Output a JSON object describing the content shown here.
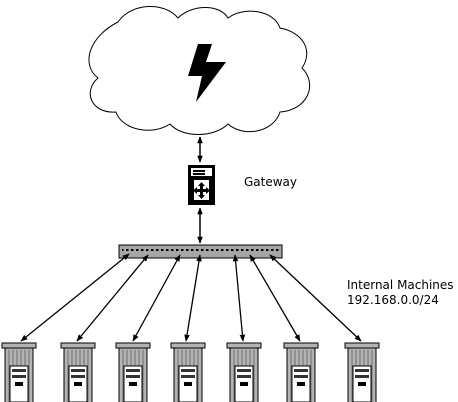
{
  "gateway": {
    "label": "Gateway"
  },
  "internal": {
    "title": "Internal Machines",
    "subnet": "192.168.0.0/24",
    "machines": [
      {
        "id": "machine-1"
      },
      {
        "id": "machine-2"
      },
      {
        "id": "machine-3"
      },
      {
        "id": "machine-4"
      },
      {
        "id": "machine-5"
      },
      {
        "id": "machine-6"
      },
      {
        "id": "machine-7"
      }
    ]
  },
  "icons": {
    "internet": "cloud-icon",
    "lightning": "lightning-icon",
    "gateway": "gateway-server-icon",
    "switch": "network-switch-icon",
    "machine": "tower-server-icon"
  },
  "colors": {
    "stroke": "#000000",
    "switch": "#a6a6a6",
    "server": "#b3b3b3"
  }
}
